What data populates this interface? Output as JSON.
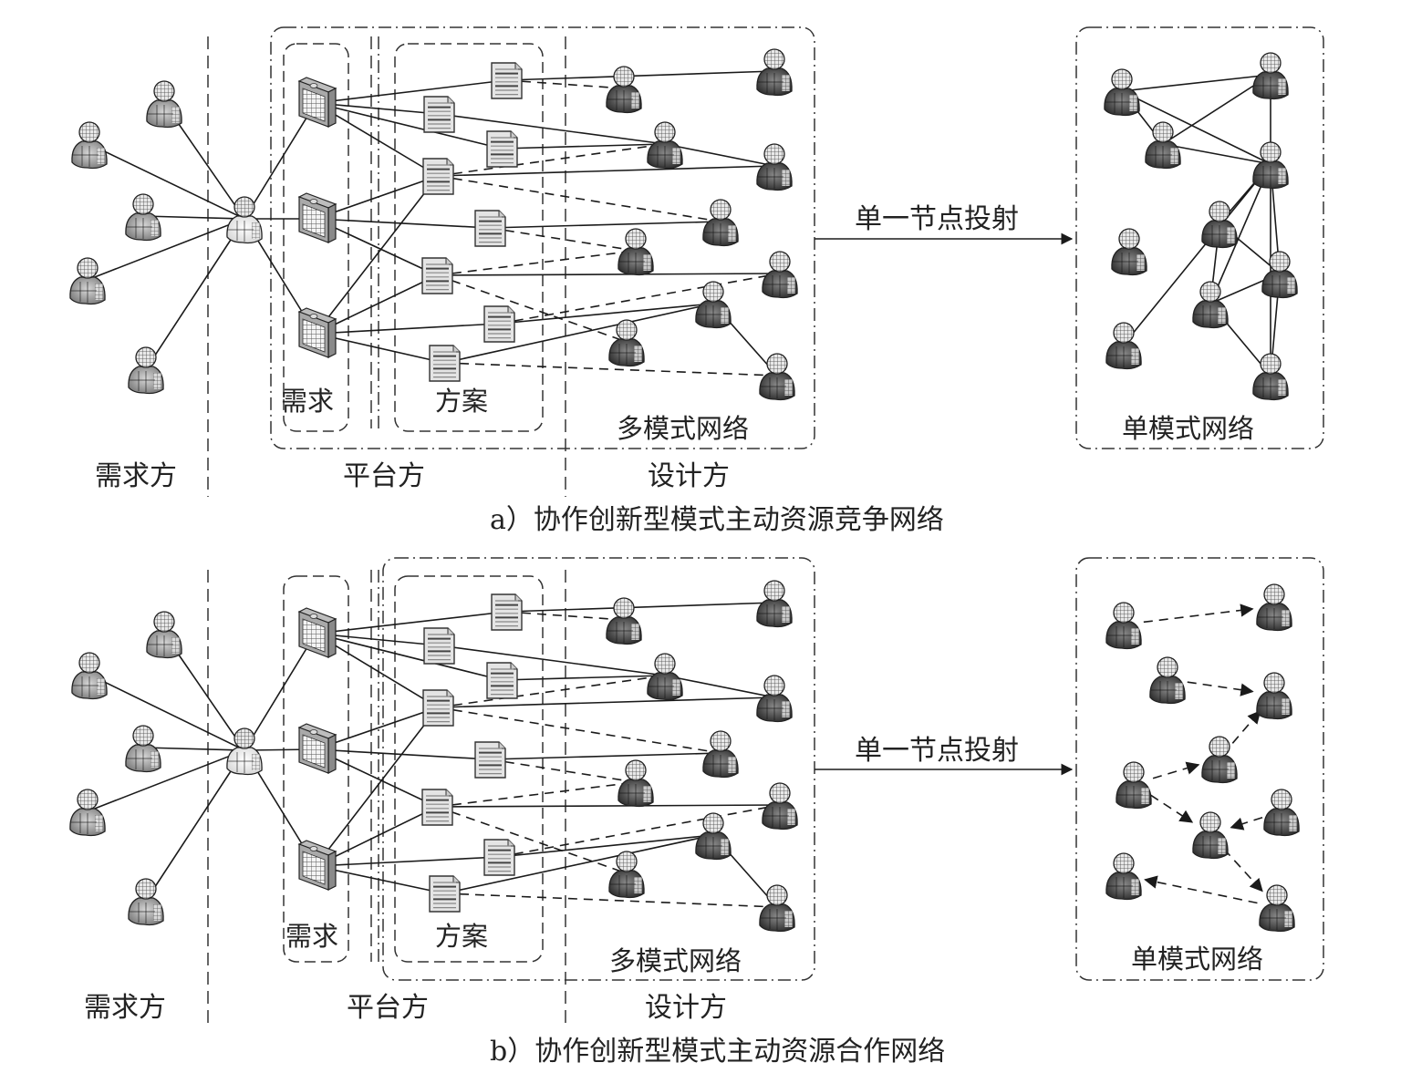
{
  "figure": {
    "panels": [
      {
        "id": "a",
        "caption": "a）协作创新型模式主动资源竞争网络",
        "zone_labels": {
          "demander": "需求方",
          "platform": "平台方",
          "designer": "设计方"
        },
        "group_labels": {
          "demand": "需求",
          "solution": "方案",
          "multimode": "多模式网络",
          "singlemode": "单模式网络"
        },
        "projection_label": "单一节点投射",
        "single_mode_edge_style": "solid-undirected",
        "single_mode_edges": [
          [
            "s1",
            "s2"
          ],
          [
            "s1",
            "s3"
          ],
          [
            "s1",
            "s4"
          ],
          [
            "s3",
            "s2"
          ],
          [
            "s3",
            "s4"
          ],
          [
            "s2",
            "s4"
          ],
          [
            "s4",
            "s5"
          ],
          [
            "s4",
            "s7"
          ],
          [
            "s4",
            "s8"
          ],
          [
            "s4",
            "s9"
          ],
          [
            "s4",
            "s10"
          ],
          [
            "s5",
            "s7"
          ],
          [
            "s5",
            "s8"
          ],
          [
            "s7",
            "s8"
          ],
          [
            "s7",
            "s10"
          ],
          [
            "s8",
            "s10"
          ]
        ]
      },
      {
        "id": "b",
        "caption": "b）协作创新型模式主动资源合作网络",
        "zone_labels": {
          "demander": "需求方",
          "platform": "平台方",
          "designer": "设计方"
        },
        "group_labels": {
          "demand": "需求",
          "solution": "方案",
          "multimode": "多模式网络",
          "singlemode": "单模式网络"
        },
        "projection_label": "单一节点投射",
        "single_mode_edge_style": "dashed-directed",
        "single_mode_edges": [
          [
            "s1",
            "s2"
          ],
          [
            "s3",
            "s4"
          ],
          [
            "s5",
            "s4"
          ],
          [
            "s6",
            "s5"
          ],
          [
            "s6",
            "s7"
          ],
          [
            "s8",
            "s7"
          ],
          [
            "s7",
            "s9"
          ],
          [
            "s9",
            "s10"
          ]
        ]
      }
    ],
    "node_types": {
      "demander": "demander-user-icon",
      "hub": "platform-hub-user-icon",
      "demand": "server-icon",
      "solution": "document-icon",
      "designer": "designer-user-icon"
    },
    "multi_mode_graph": {
      "demanders": [
        "c1",
        "c2",
        "c3",
        "c4",
        "c5"
      ],
      "hub": "h",
      "demands": [
        "r1",
        "r2",
        "r3"
      ],
      "solutions": [
        "p1",
        "p2",
        "p3",
        "p4",
        "p5",
        "p6",
        "p7",
        "p8"
      ],
      "designers": [
        "d1",
        "d2",
        "d3",
        "d4",
        "d5",
        "d6",
        "d7",
        "d8",
        "d9",
        "d10"
      ],
      "solid_edges": [
        [
          "c1",
          "h"
        ],
        [
          "c2",
          "h"
        ],
        [
          "c3",
          "h"
        ],
        [
          "c4",
          "h"
        ],
        [
          "c5",
          "h"
        ],
        [
          "h",
          "r1"
        ],
        [
          "h",
          "r2"
        ],
        [
          "h",
          "r3"
        ],
        [
          "r1",
          "p1"
        ],
        [
          "r1",
          "p2"
        ],
        [
          "r1",
          "p3"
        ],
        [
          "r1",
          "p4"
        ],
        [
          "r2",
          "p4"
        ],
        [
          "r2",
          "p5"
        ],
        [
          "r2",
          "p6"
        ],
        [
          "r3",
          "p4"
        ],
        [
          "r3",
          "p6"
        ],
        [
          "r3",
          "p7"
        ],
        [
          "r3",
          "p8"
        ],
        [
          "p1",
          "d2"
        ],
        [
          "p2",
          "d3"
        ],
        [
          "p3",
          "d3"
        ],
        [
          "p4",
          "d4"
        ],
        [
          "p5",
          "d5"
        ],
        [
          "p6",
          "d7"
        ],
        [
          "p7",
          "d8"
        ],
        [
          "p8",
          "d8"
        ],
        [
          "d3",
          "d4"
        ],
        [
          "d8",
          "d10"
        ]
      ],
      "dashed_edges": [
        [
          "p1",
          "d1"
        ],
        [
          "p4",
          "d3"
        ],
        [
          "p4",
          "d5"
        ],
        [
          "p5",
          "d6"
        ],
        [
          "p6",
          "d6"
        ],
        [
          "p6",
          "d9"
        ],
        [
          "p7",
          "d7"
        ],
        [
          "p8",
          "d10"
        ]
      ]
    },
    "colors": {
      "line": "#1a1a1a",
      "demander_body": "#8c8c8c",
      "designer_body": "#3a3a3a",
      "hub_body": "#f2f2f2",
      "server_body": "#9a9a9a",
      "document_body": "#e6e6e6"
    }
  }
}
